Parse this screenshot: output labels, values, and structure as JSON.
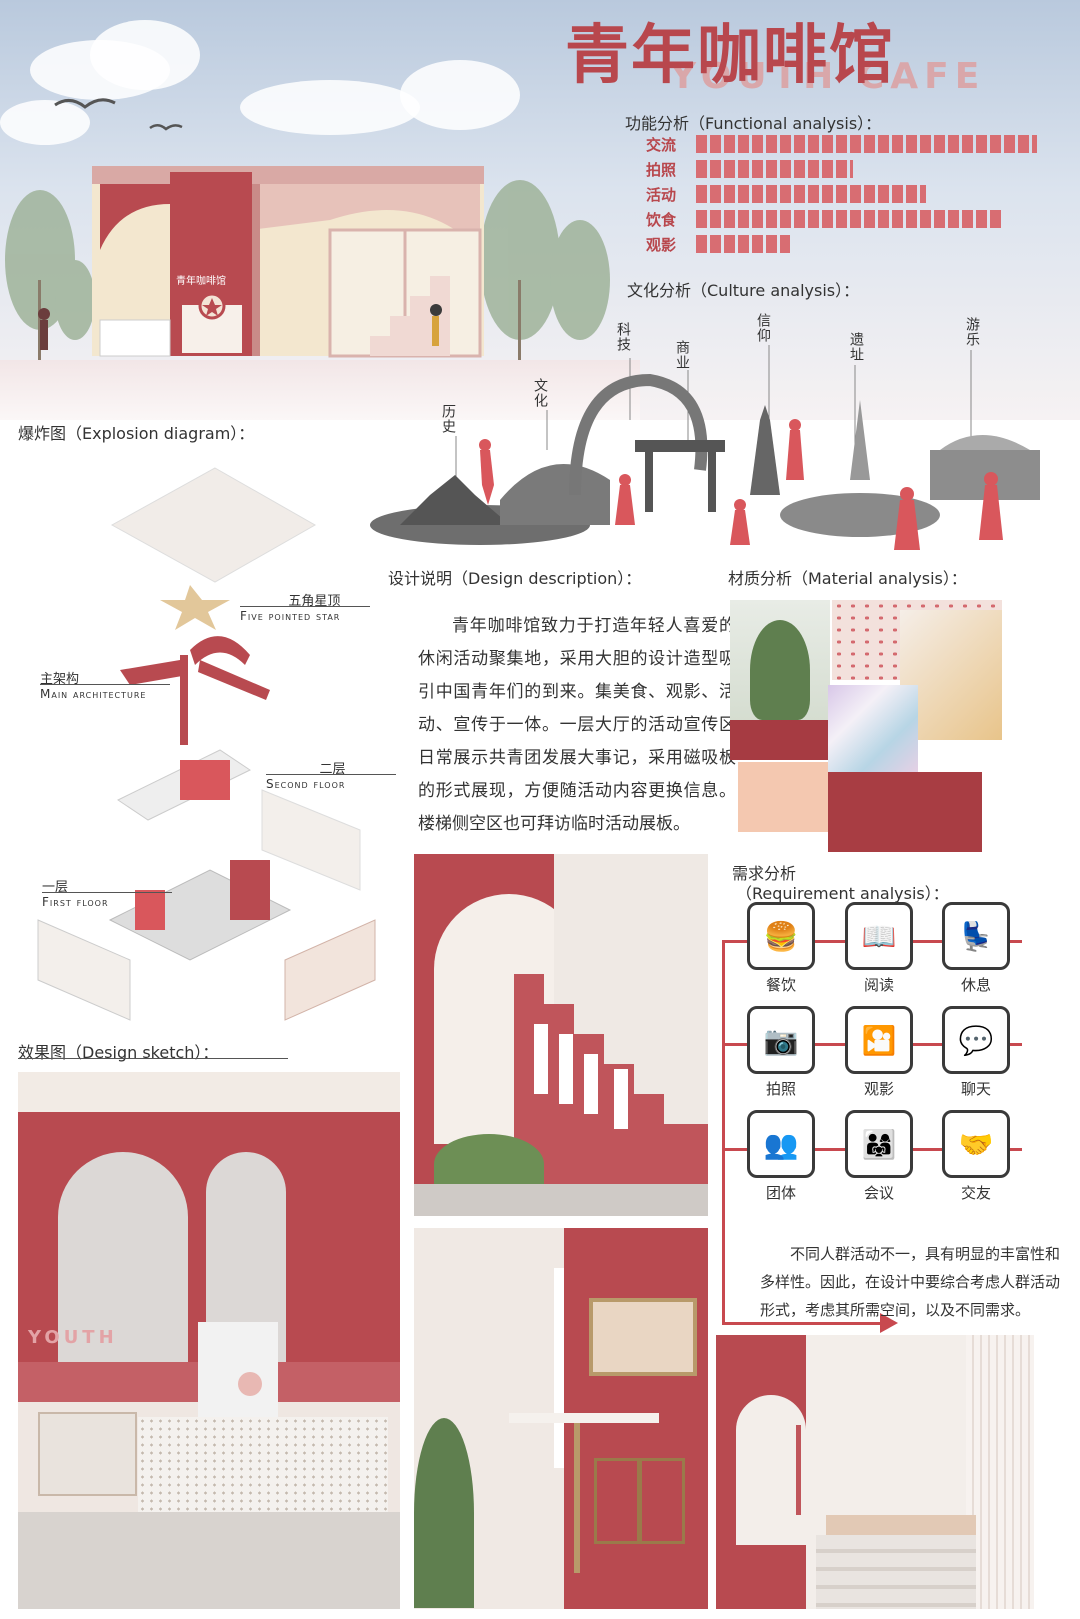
{
  "header": {
    "title_cn": "青年咖啡馆",
    "title_en": "YOUTH CAFE"
  },
  "facade": {
    "sign_text": "青年咖啡馆"
  },
  "functional": {
    "title": "功能分析（Functional analysis）：",
    "items": [
      {
        "label": "交流",
        "value": 0.98
      },
      {
        "label": "拍照",
        "value": 0.45
      },
      {
        "label": "活动",
        "value": 0.66
      },
      {
        "label": "饮食",
        "value": 0.88
      },
      {
        "label": "观影",
        "value": 0.27
      }
    ]
  },
  "culture": {
    "title": "文化分析（Culture analysis）：",
    "labels": [
      "历史",
      "文化",
      "科技",
      "商业",
      "信仰",
      "遗址",
      "游乐"
    ]
  },
  "explosion": {
    "title": "爆炸图（Explosion diagram）：",
    "parts": [
      {
        "cn": "五角星顶",
        "en": "Five pointed star"
      },
      {
        "cn": "主架构",
        "en": "Main architecture"
      },
      {
        "cn": "二层",
        "en": "Second floor"
      },
      {
        "cn": "一层",
        "en": "First floor"
      }
    ]
  },
  "design_desc": {
    "title": "设计说明（Design description）：",
    "text": "青年咖啡馆致力于打造年轻人喜爱的休闲活动聚集地，采用大胆的设计造型吸引中国青年们的到来。集美食、观影、活动、宣传于一体。一层大厅的活动宣传区日常展示共青团发展大事记，采用磁吸板的形式展现，方便随活动内容更换信息。楼梯侧空区也可拜访临时活动展板。"
  },
  "material": {
    "title": "材质分析（Material analysis）："
  },
  "requirement": {
    "title_cn": "需求分析",
    "title_en": "（Requirement analysis）：",
    "icons": [
      {
        "label": "餐饮",
        "icon": "burger-drink-icon"
      },
      {
        "label": "阅读",
        "icon": "reading-icon"
      },
      {
        "label": "休息",
        "icon": "seat-icon"
      },
      {
        "label": "拍照",
        "icon": "camera-icon"
      },
      {
        "label": "观影",
        "icon": "cinema-icon"
      },
      {
        "label": "聊天",
        "icon": "chat-icon"
      },
      {
        "label": "团体",
        "icon": "group-icon"
      },
      {
        "label": "会议",
        "icon": "meeting-icon"
      },
      {
        "label": "交友",
        "icon": "friends-icon"
      }
    ],
    "text": "不同人群活动不一，具有明显的丰富性和多样性。因此，在设计中要综合考虑人群活动形式，考虑其所需空间，以及不同需求。"
  },
  "sketch": {
    "title": "效果图（Design sketch）：",
    "wall_text": "YOUTH"
  },
  "colors": {
    "accent": "#b8474d",
    "wall_red": "#b84a50",
    "bar": "#d86d72"
  }
}
